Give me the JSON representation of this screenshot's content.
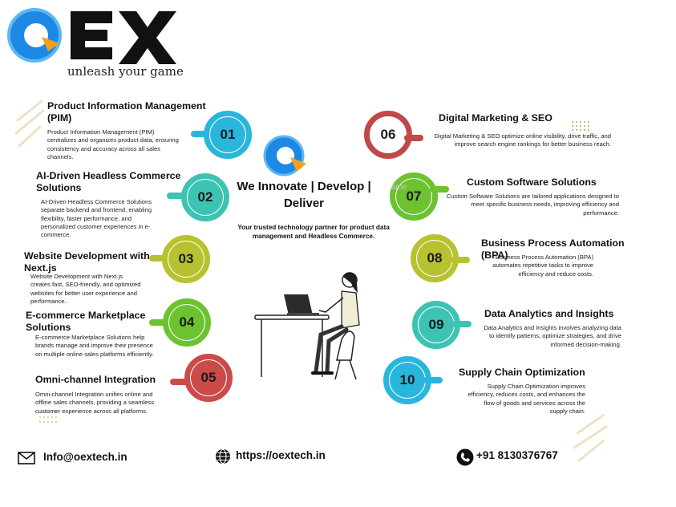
{
  "brand": {
    "tagline": "unleash your game"
  },
  "center": {
    "title": "We Innovate | Develop | Deliver",
    "subtitle": "Your trusted technology partner for product data management and Headless Commerce.",
    "ghost_text": "ame"
  },
  "services": [
    {
      "num": "01",
      "title": "Product Information Management (PIM)",
      "desc": "Product Information Management (PIM) centralizes and organizes product data, ensuring consistency and accuracy across all sales channels.",
      "color": "#29b6dc"
    },
    {
      "num": "02",
      "title": "AI-Driven Headless Commerce Solutions",
      "desc": "AI-Driven Headless Commerce Solutions separate backend and frontend, enabling flexibility, faster performance, and personalized customer experiences in e-commerce.",
      "color": "#3cc3b3"
    },
    {
      "num": "03",
      "title": "Website Development with Next.js",
      "desc": "Website Development with Next.js creates fast, SEO-friendly, and optimized websites for better user experience and performance.",
      "color": "#b8c230"
    },
    {
      "num": "04",
      "title": "E-commerce Marketplace Solutions",
      "desc": "E-commerce Marketplace Solutions help brands manage and improve their presence on multiple online sales platforms efficiently.",
      "color": "#6cc230"
    },
    {
      "num": "05",
      "title": "Omni-channel Integration",
      "desc": "Omni-channel Integration unifies online and offline sales channels, providing a seamless customer experience across all platforms.",
      "color": "#cc4a47"
    },
    {
      "num": "06",
      "title": "Digital Marketing & SEO",
      "desc": "Digital Marketing & SEO optimize online visibility, drive traffic, and improve search engine rankings for better business reach.",
      "color": "#c04848"
    },
    {
      "num": "07",
      "title": "Custom Software Solutions",
      "desc": "Custom Software Solutions are tailored applications designed to meet specific business needs, improving efficiency and performance.",
      "color": "#6cc230"
    },
    {
      "num": "08",
      "title": "Business Process Automation (BPA)",
      "desc": "Business Process Automation (BPA) automates repetitive tasks to improve efficiency and reduce costs.",
      "color": "#b8c230"
    },
    {
      "num": "09",
      "title": "Data Analytics and Insights",
      "desc": "Data Analytics and Insights involves analyzing data to identify patterns, optimize strategies, and drive informed decision-making.",
      "color": "#3cc3b3"
    },
    {
      "num": "10",
      "title": "Supply Chain Optimization",
      "desc": "Supply Chain Optimization improves efficiency, reduces costs, and enhances the flow of goods and services across the supply chain.",
      "color": "#29b6dc"
    }
  ],
  "contact": {
    "email": "Info@oextech.in",
    "website": "https://oextech.in",
    "phone": "+91 8130376767"
  },
  "icons": {
    "email": "envelope-icon",
    "website": "globe-icon",
    "phone": "phone-icon"
  },
  "colors": {
    "logo_blue": "#1e88e5",
    "logo_orange": "#f59f1b",
    "dark": "#111111"
  }
}
